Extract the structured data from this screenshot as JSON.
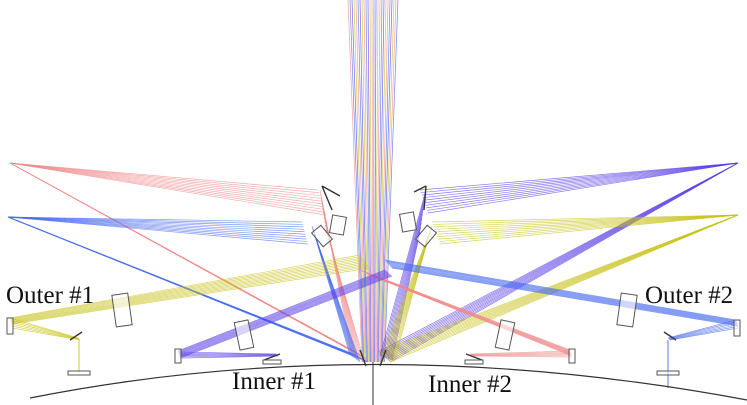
{
  "labels": {
    "outer1": "Outer #1",
    "outer2": "Outer #2",
    "inner1": "Inner #1",
    "inner2": "Inner #2"
  },
  "colors": {
    "red": "#f08a8a",
    "blue": "#4a6cf0",
    "yellow": "#c7c21a",
    "purple": "#5b3ee6",
    "optic": "#555555",
    "ground": "#333333"
  }
}
